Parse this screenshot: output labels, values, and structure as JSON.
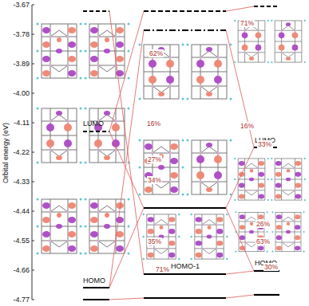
{
  "diagram": {
    "labels": [
      "-3.67",
      "-3.78",
      "-3.89",
      "-4.00",
      "-4.11",
      "-4.22",
      "-4.33",
      "-4.44",
      "-4.55",
      "-4.66",
      "-4.77",
      "Orbital energy (eV)",
      "LUMO",
      "HOMO",
      "HOMO-1",
      "LUMO",
      "HOMO",
      "62%",
      "16%",
      "27%",
      "34%",
      "35%",
      "71%",
      "71%",
      "16%",
      "33%",
      "26%",
      "63%",
      "30%"
    ]
  }
}
